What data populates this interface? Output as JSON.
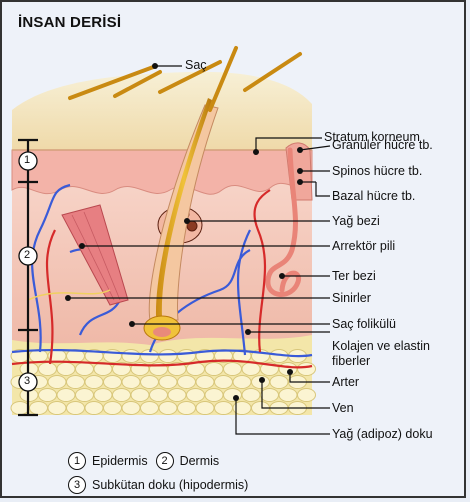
{
  "title": "İNSAN DERİSİ",
  "labels": {
    "sac": "Saç",
    "stratum_korneum": "Stratum korneum",
    "granuler": "Granüler hücre tb.",
    "spinos": "Spinos hücre tb.",
    "bazal": "Bazal hücre tb.",
    "yag_bezi": "Yağ bezi",
    "arrektor_pili": "Arrektör pili",
    "ter_bezi": "Ter bezi",
    "sinirler": "Sinirler",
    "sac_folikulu": "Saç folikülü",
    "kolajen": "Kolajen ve elastin fiberler",
    "arter": "Arter",
    "ven": "Ven",
    "yag_adipoz": "Yağ (adipoz) doku"
  },
  "layer_markers": [
    "1",
    "2",
    "3"
  ],
  "legend": {
    "epidermis": "Epidermis",
    "dermis": "Dermis",
    "subkutan": "Subkütan doku (hipodermis)"
  },
  "colors": {
    "epidermis_top": "#f2e3b8",
    "dermis": "#f4c9bd",
    "fat": "#f6ebb8",
    "artery": "#d62a2a",
    "vein": "#3a5bd8",
    "hair": "#d9a21a"
  }
}
